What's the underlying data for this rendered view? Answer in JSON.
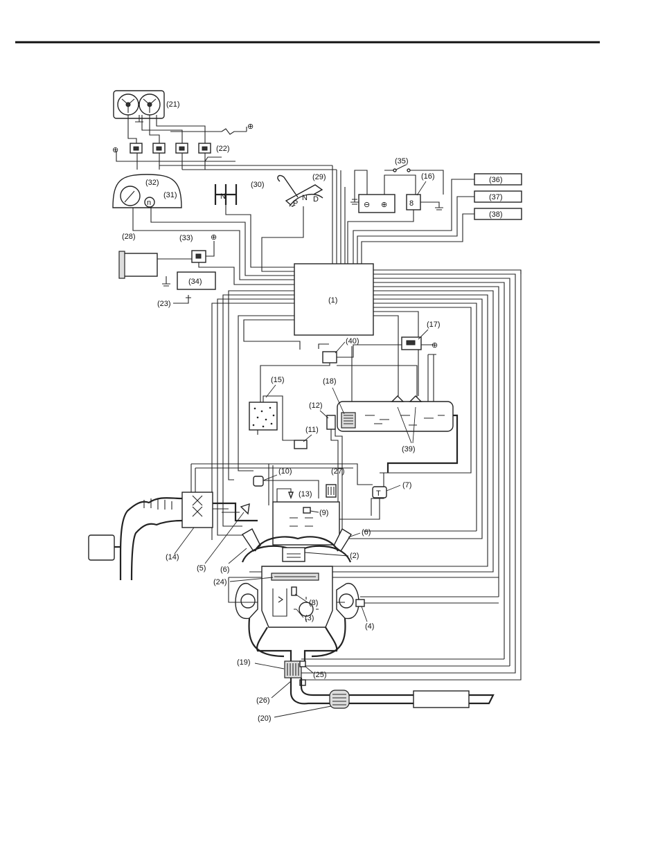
{
  "labels": {
    "c1": "(1)",
    "c2": "(2)",
    "c3": "(3)",
    "c4": "(4)",
    "c5": "(5)",
    "c6a": "(6)",
    "c6b": "(6)",
    "c7": "(7)",
    "c8": "(8)",
    "c9": "(9)",
    "c10": "(10)",
    "c11": "(11)",
    "c12": "(12)",
    "c13": "(13)",
    "c14": "(14)",
    "c15": "(15)",
    "c16": "(16)",
    "c17": "(17)",
    "c18": "(18)",
    "c19": "(19)",
    "c20": "(20)",
    "c21": "(21)",
    "c22": "(22)",
    "c23": "(23)",
    "c24": "(24)",
    "c25": "(25)",
    "c26": "(26)",
    "c27": "(27)",
    "c28": "(28)",
    "c29": "(29)",
    "c30": "(30)",
    "c31": "(31)",
    "c32": "(32)",
    "c33": "(33)",
    "c34": "(34)",
    "c35": "(35)",
    "c36": "(36)",
    "c37": "(37)",
    "c38": "(38)",
    "c39": "(39)",
    "c40": "(40)"
  },
  "glyphs": {
    "shift_n": "N",
    "sel_p": "P",
    "sel_n": "N",
    "sel_d": "D",
    "tach_icon": "n",
    "batt_neg": "⊖",
    "batt_pos": "⊕"
  },
  "colors": {
    "ink": "#222222",
    "page": "#ffffff"
  }
}
